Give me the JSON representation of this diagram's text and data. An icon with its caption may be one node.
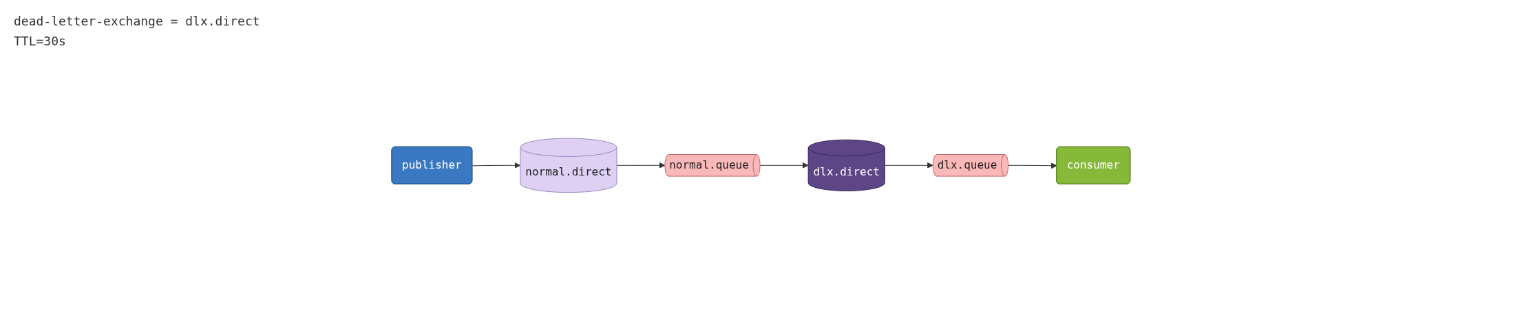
{
  "diagram": {
    "nodes": [
      {
        "text": [
          "publisher"
        ]
      },
      {
        "text": [
          "normal.direct"
        ]
      },
      {
        "text": [
          "normal.queue"
        ]
      },
      {
        "text": [
          "dlx.direct"
        ]
      },
      {
        "text": [
          "dlx.queue"
        ]
      },
      {
        "text": [
          "consumer"
        ]
      }
    ],
    "edges": [
      {
        "from": 0,
        "to": 1,
        "arrow": "to"
      },
      {
        "from": 1,
        "to": 2,
        "arrow": "to"
      },
      {
        "from": 2,
        "to": 3,
        "arrow": "to"
      },
      {
        "from": 3,
        "to": 4,
        "arrow": "to"
      },
      {
        "from": 4,
        "to": 5,
        "arrow": "to"
      }
    ],
    "labels": [
      "dead-letter-exchange = dlx.direct",
      "TTL=30s"
    ]
  }
}
